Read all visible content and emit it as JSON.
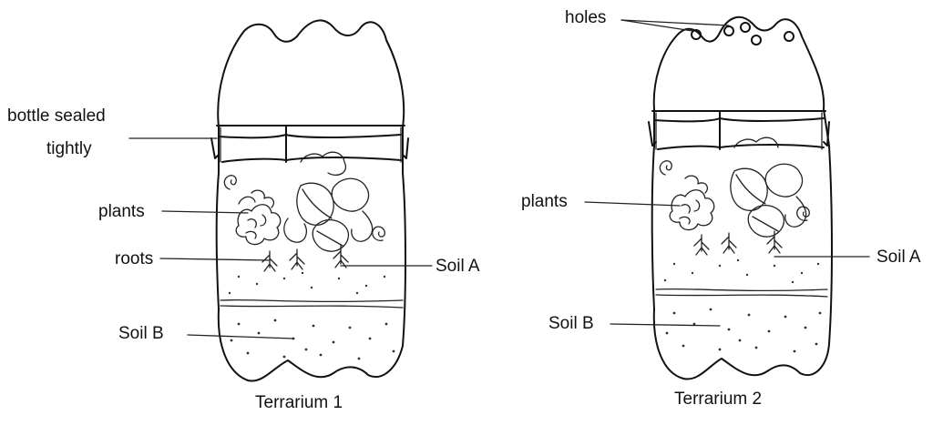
{
  "terrarium1": {
    "caption": "Terrarium 1",
    "labels": {
      "sealed_line1": "bottle sealed",
      "sealed_line2": "tightly",
      "plants": "plants",
      "roots": "roots",
      "soil_a": "Soil A",
      "soil_b": "Soil B"
    }
  },
  "terrarium2": {
    "caption": "Terrarium 2",
    "labels": {
      "holes": "holes",
      "plants": "plants",
      "soil_a": "Soil A",
      "soil_b": "Soil B"
    }
  }
}
